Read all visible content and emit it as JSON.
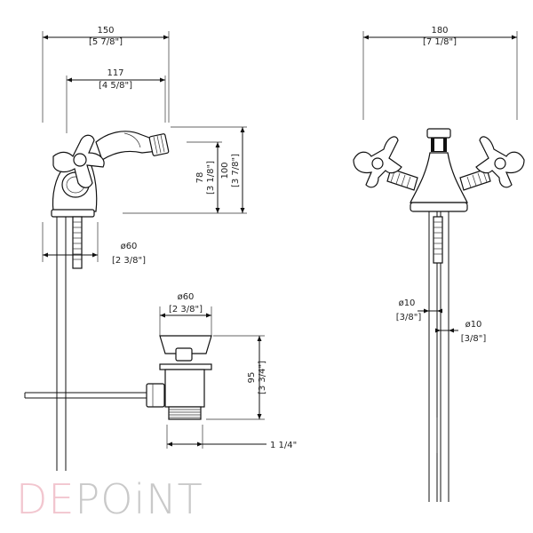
{
  "dimensions": {
    "width_top": {
      "mm": "150",
      "inch": "[5 7/8\"]"
    },
    "width_inner": {
      "mm": "117",
      "inch": "[4 5/8\"]"
    },
    "height_spout": {
      "mm": "78",
      "inch": "[3 1/8\"]"
    },
    "height_total": {
      "mm": "100",
      "inch": "[3 7/8\"]"
    },
    "base_diameter": {
      "mm": "ø60",
      "inch": "[2 3/8\"]"
    },
    "waste_diameter": {
      "mm": "ø60",
      "inch": "[2 3/8\"]"
    },
    "waste_height": {
      "mm": "95",
      "inch": "[3 3/4\"]"
    },
    "waste_thread": {
      "label": "1 1/4\""
    },
    "front_width": {
      "mm": "180",
      "inch": "[7 1/8\"]"
    },
    "pipe_left": {
      "mm": "ø10",
      "inch": "[3/8\"]"
    },
    "pipe_right": {
      "mm": "ø10",
      "inch": "[3/8\"]"
    }
  },
  "logo": {
    "part1": "DE",
    "part2": "POiNT"
  }
}
